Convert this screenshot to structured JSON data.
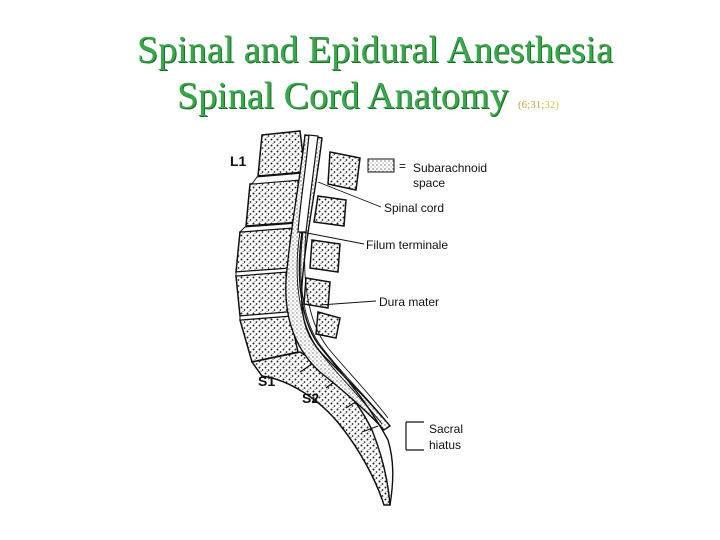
{
  "title": {
    "line1": "Spinal and Epidural Anesthesia",
    "line2": "Spinal Cord Anatomy",
    "reference_parts": [
      "(6;",
      "31;",
      "32)"
    ]
  },
  "diagram": {
    "vertebra_labels": {
      "top": "L1",
      "s1": "S1",
      "s2": "S2"
    },
    "legend": {
      "symbol": "=",
      "label_line1": "Subarachnoid",
      "label_line2": "space"
    },
    "labels": {
      "spinal_cord": "Spinal cord",
      "filum_terminale": "Filum terminale",
      "dura_mater": "Dura mater",
      "sacral_hiatus_line1": "Sacral",
      "sacral_hiatus_line2": "hiatus"
    }
  },
  "colors": {
    "title": "#39a84a",
    "reference": "#c9a23a",
    "ink": "#111111"
  }
}
